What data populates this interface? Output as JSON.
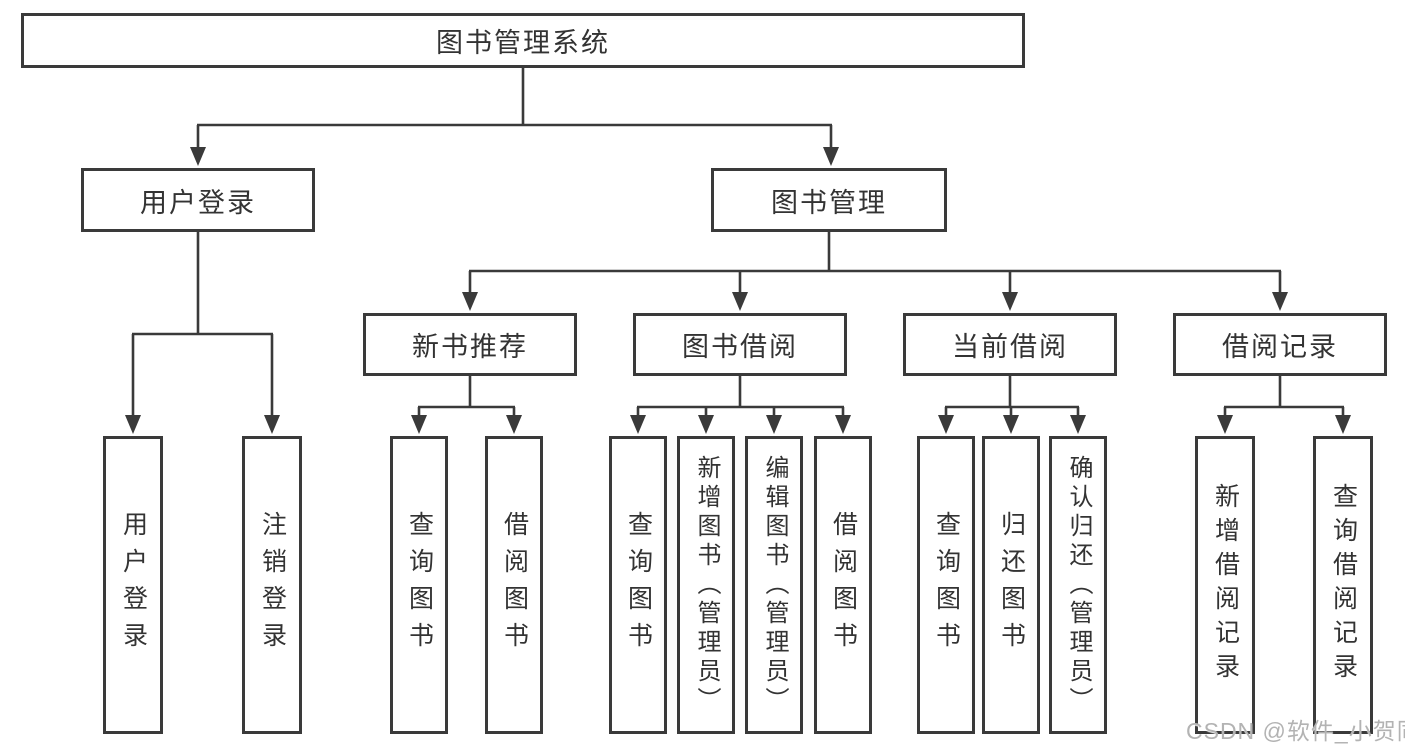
{
  "diagram": {
    "title": "图书管理系统",
    "watermark": "CSDN @软件_小贺同学",
    "colors": {
      "line": "#3a3a3a",
      "text": "#333333",
      "box_background": "#ffffff",
      "watermark": "#b3b3b3",
      "background": "#ffffff"
    },
    "nodes": {
      "root": {
        "label": "图书管理系统"
      },
      "user_login": {
        "label": "用户登录"
      },
      "book_mgmt": {
        "label": "图书管理"
      },
      "login": {
        "label": "用户登录"
      },
      "logout": {
        "label": "注销登录"
      },
      "new_book_rec": {
        "label": "新书推荐"
      },
      "book_borrow": {
        "label": "图书借阅"
      },
      "current_borrow": {
        "label": "当前借阅"
      },
      "borrow_records": {
        "label": "借阅记录"
      },
      "nbr_query": {
        "label": "查询图书"
      },
      "nbr_borrow": {
        "label": "借阅图书"
      },
      "bb_query": {
        "label": "查询图书"
      },
      "bb_add": {
        "label": "新增图书（管理员）"
      },
      "bb_edit": {
        "label": "编辑图书（管理员）"
      },
      "bb_borrow": {
        "label": "借阅图书"
      },
      "cb_query": {
        "label": "查询图书"
      },
      "cb_return": {
        "label": "归还图书"
      },
      "cb_confirm": {
        "label": "确认归还（管理员）"
      },
      "br_add": {
        "label": "新增借阅记录"
      },
      "br_query": {
        "label": "查询借阅记录"
      }
    },
    "hierarchy": {
      "图书管理系统": {
        "用户登录": [
          "用户登录",
          "注销登录"
        ],
        "图书管理": {
          "新书推荐": [
            "查询图书",
            "借阅图书"
          ],
          "图书借阅": [
            "查询图书",
            "新增图书（管理员）",
            "编辑图书（管理员）",
            "借阅图书"
          ],
          "当前借阅": [
            "查询图书",
            "归还图书",
            "确认归还（管理员）"
          ],
          "借阅记录": [
            "新增借阅记录",
            "查询借阅记录"
          ]
        }
      }
    }
  }
}
